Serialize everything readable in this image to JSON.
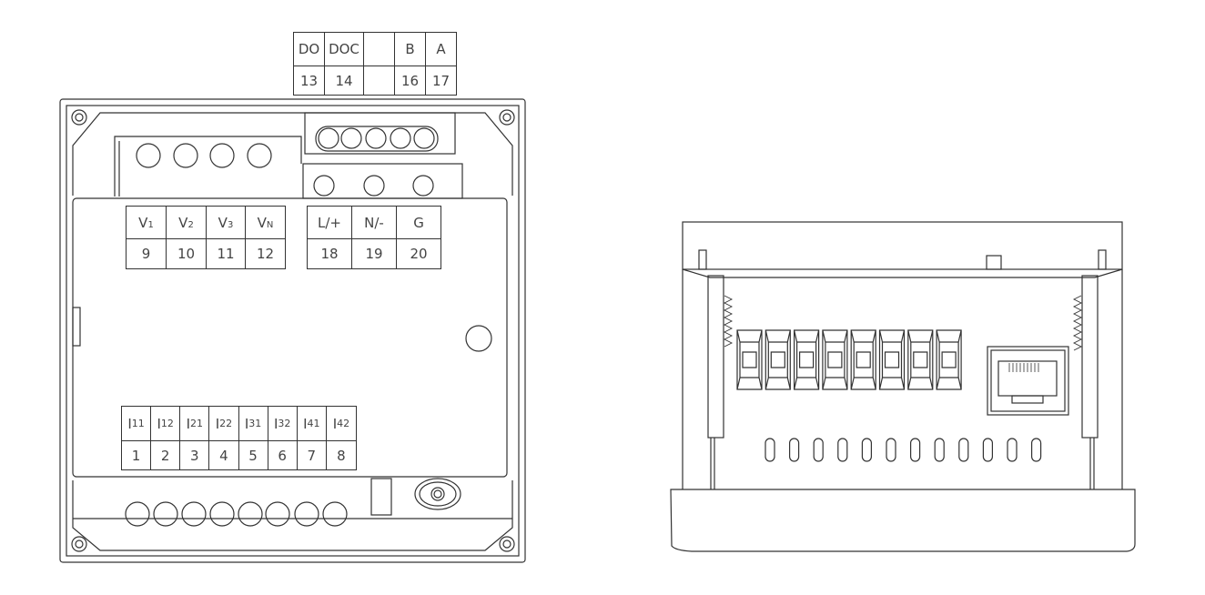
{
  "title": "Meter terminal wiring diagram (rear and side views)",
  "top_terminal_block": {
    "labels": [
      {
        "main": "DO",
        "sub": ""
      },
      {
        "main": "DOC",
        "sub": ""
      },
      {
        "main": "",
        "sub": ""
      },
      {
        "main": "B",
        "sub": ""
      },
      {
        "main": "A",
        "sub": ""
      }
    ],
    "numbers": [
      "13",
      "14",
      "",
      "16",
      "17"
    ]
  },
  "voltage_block": {
    "labels": [
      {
        "main": "V",
        "sub": "1"
      },
      {
        "main": "V",
        "sub": "2"
      },
      {
        "main": "V",
        "sub": "3"
      },
      {
        "main": "V",
        "sub": "N"
      }
    ],
    "numbers": [
      "9",
      "10",
      "11",
      "12"
    ]
  },
  "power_block": {
    "labels": [
      {
        "main": "L/+",
        "sub": ""
      },
      {
        "main": "N/-",
        "sub": ""
      },
      {
        "main": "G",
        "sub": ""
      }
    ],
    "numbers": [
      "18",
      "19",
      "20"
    ]
  },
  "current_block": {
    "labels": [
      {
        "main": "I",
        "sub": "11"
      },
      {
        "main": "I",
        "sub": "12"
      },
      {
        "main": "I",
        "sub": "21"
      },
      {
        "main": "I",
        "sub": "22"
      },
      {
        "main": "I",
        "sub": "31"
      },
      {
        "main": "I",
        "sub": "32"
      },
      {
        "main": "I",
        "sub": "41"
      },
      {
        "main": "I",
        "sub": "42"
      }
    ],
    "numbers": [
      "1",
      "2",
      "3",
      "4",
      "5",
      "6",
      "7",
      "8"
    ]
  },
  "colors": {
    "line": "#333333",
    "background": "#ffffff"
  }
}
